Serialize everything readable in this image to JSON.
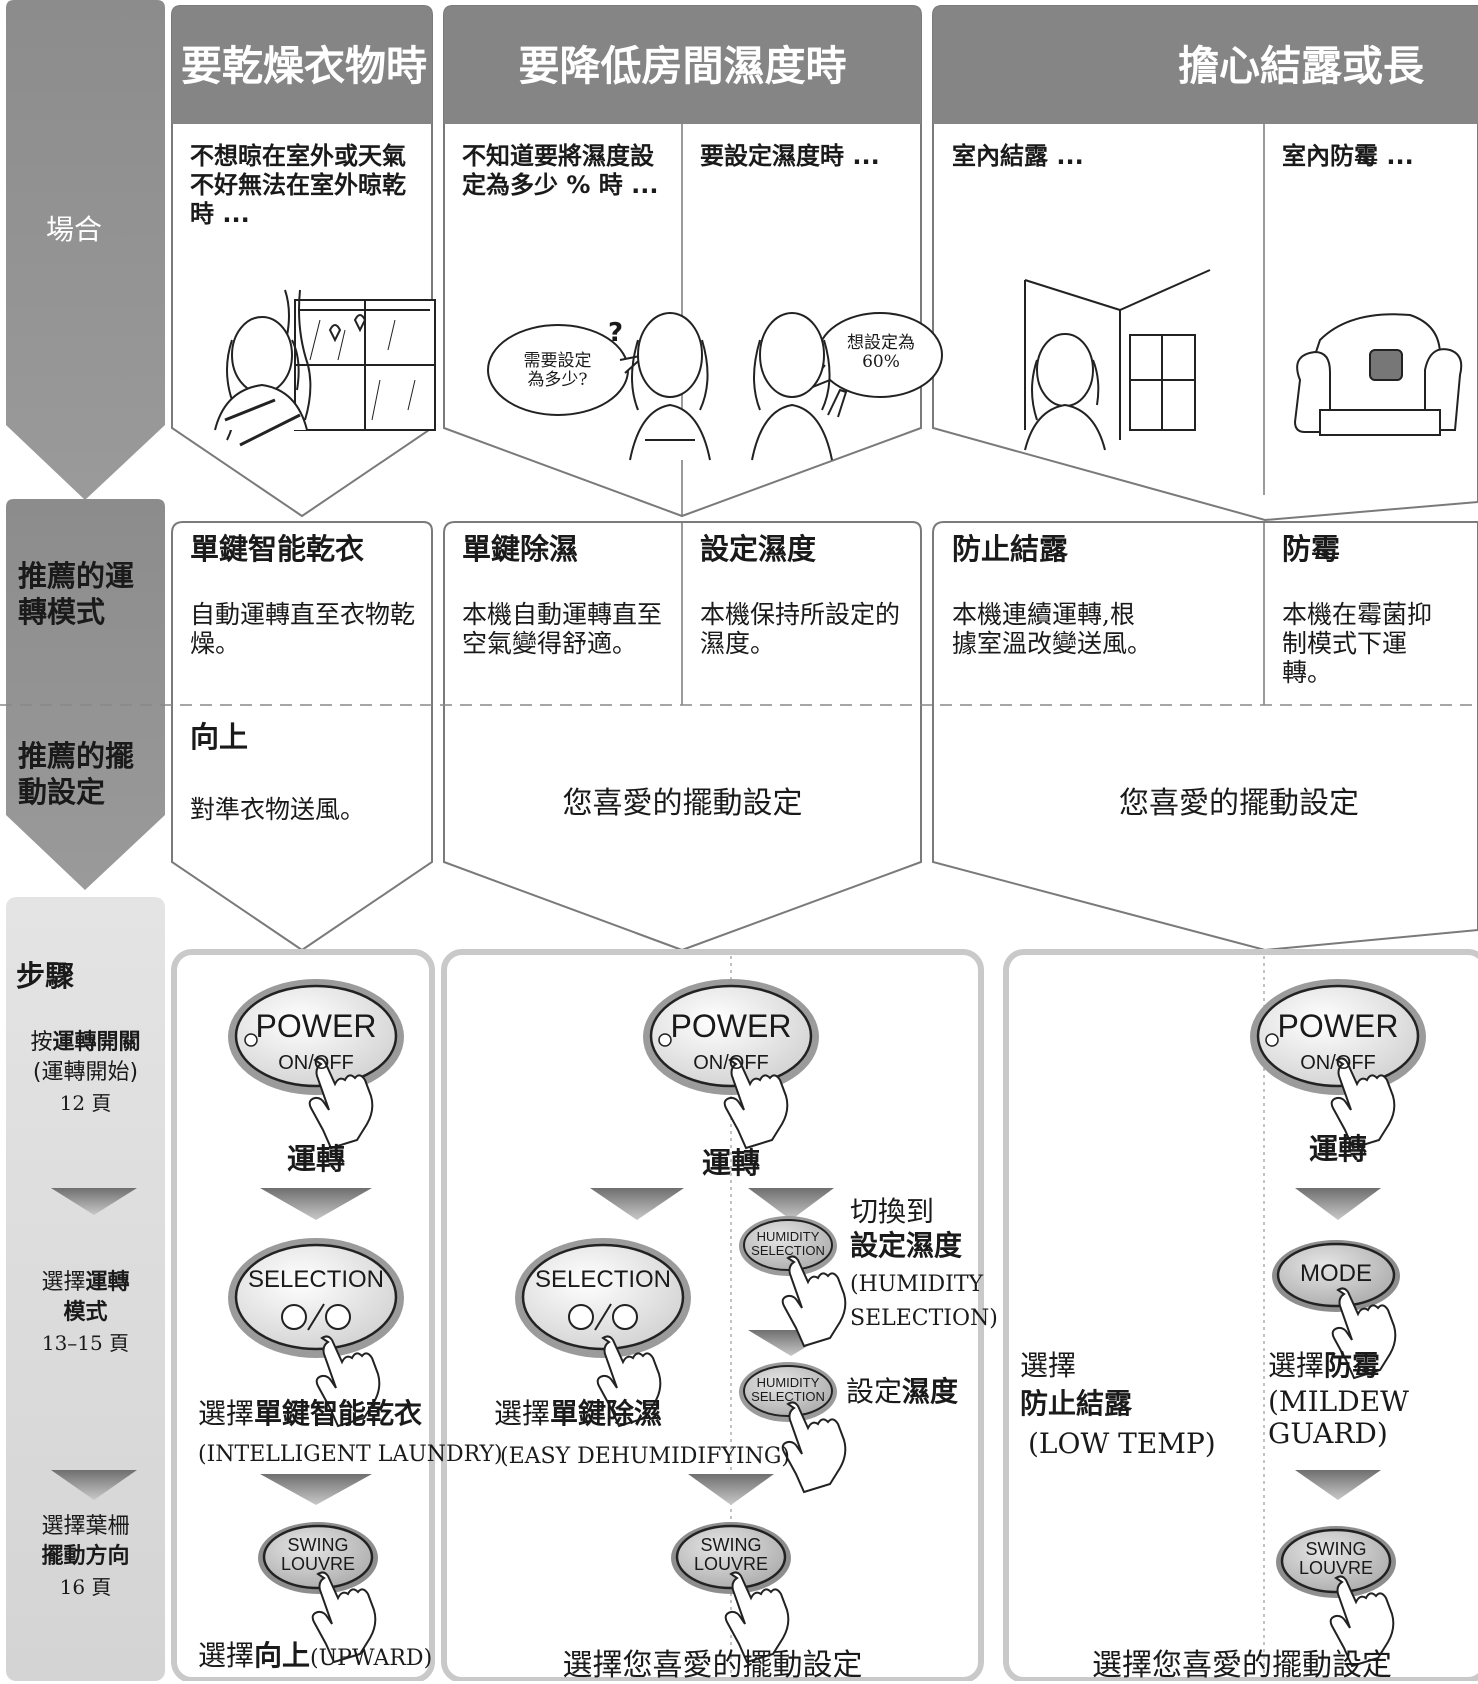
{
  "columns": {
    "col1": {
      "title": "要乾燥衣物時"
    },
    "col2": {
      "title": "要降低房間濕度時"
    },
    "col3": {
      "title": "擔心結露或長"
    }
  },
  "rows": {
    "situation": "場合",
    "mode": "推薦的運\n轉模式",
    "swing": "推薦的擺\n動設定",
    "steps": "步驟"
  },
  "situations": {
    "laundry": "不想晾在室外或天氣\n不好無法在室外晾乾\n時 ...",
    "unknown_humidity": "不知道要將濕度設\n定為多少 % 時 ...",
    "set_humidity": "要設定濕度時 ...",
    "condensation": "室內結露 ...",
    "mildew": "室內防霉 ..."
  },
  "speech": {
    "question": "需要設定\n為多少?",
    "answer": "想設定為\n60%",
    "question_mark": "?"
  },
  "modes": {
    "laundry": {
      "title": "單鍵智能乾衣",
      "desc": "自動運轉直至衣物乾\n燥。"
    },
    "easy": {
      "title": "單鍵除濕",
      "desc": "本機自動運轉直至\n空氣變得舒適。"
    },
    "set": {
      "title": "設定濕度",
      "desc": "本機保持所設定的\n濕度。"
    },
    "lowtemp": {
      "title": "防止結露",
      "desc": "本機連續運轉,根\n據室溫改變送風。"
    },
    "mildew": {
      "title": "防霉",
      "desc": "本機在霉菌抑\n制模式下運\n轉。"
    }
  },
  "swing_rec": {
    "upward_title": "向上",
    "upward_desc": "對準衣物送風。",
    "favorite": "您喜愛的擺動設定"
  },
  "step_labels": {
    "power_pre": "按",
    "power_bold": "運轉開關",
    "power_paren": "(運轉開始)",
    "power_page": "12 頁",
    "mode_pre": "選擇",
    "mode_bold1": "運轉",
    "mode_bold2": "模式",
    "mode_page": "13–15 頁",
    "swing_pre": "選擇葉柵",
    "swing_bold": "擺動方向",
    "swing_page": "16 頁"
  },
  "buttons": {
    "power_top": "POWER",
    "power_bottom": "ON/OFF",
    "selection": "SELECTION",
    "humidity_top": "HUMIDITY",
    "humidity_bottom": "SELECTION",
    "mode": "MODE",
    "swing_top": "SWING",
    "swing_bottom": "LOUVRE"
  },
  "steps": {
    "run": "運轉",
    "select_pre": "選擇",
    "laundry_mode": "單鍵智能乾衣",
    "laundry_en": "(INTELLIGENT LAUNDRY)",
    "easy_mode": "單鍵除濕",
    "easy_en": "(EASY DEHUMIDIFYING)",
    "switch_to": "切換到",
    "set_mode": "設定濕度",
    "set_en1": "(HUMIDITY",
    "set_en2": "SELECTION)",
    "set_pre": "設定",
    "set_bold": "濕度",
    "lowtemp_pre": "選擇",
    "lowtemp_mode": "防止結露",
    "lowtemp_en": "(LOW TEMP)",
    "mildew_pre": "選擇",
    "mildew_mode": "防霉",
    "mildew_en1": "(MILDEW",
    "mildew_en2": "GUARD)",
    "upward_pre": "選擇",
    "upward_bold": "向上",
    "upward_en": "(UPWARD)",
    "favorite_swing": "選擇您喜愛的擺動設定"
  },
  "colors": {
    "header_gray": "#858585",
    "left_gray": "#939393",
    "steps_bg": "#d9d9d9",
    "panel_border": "#c9c9c9",
    "outline": "#7a7a7a"
  }
}
